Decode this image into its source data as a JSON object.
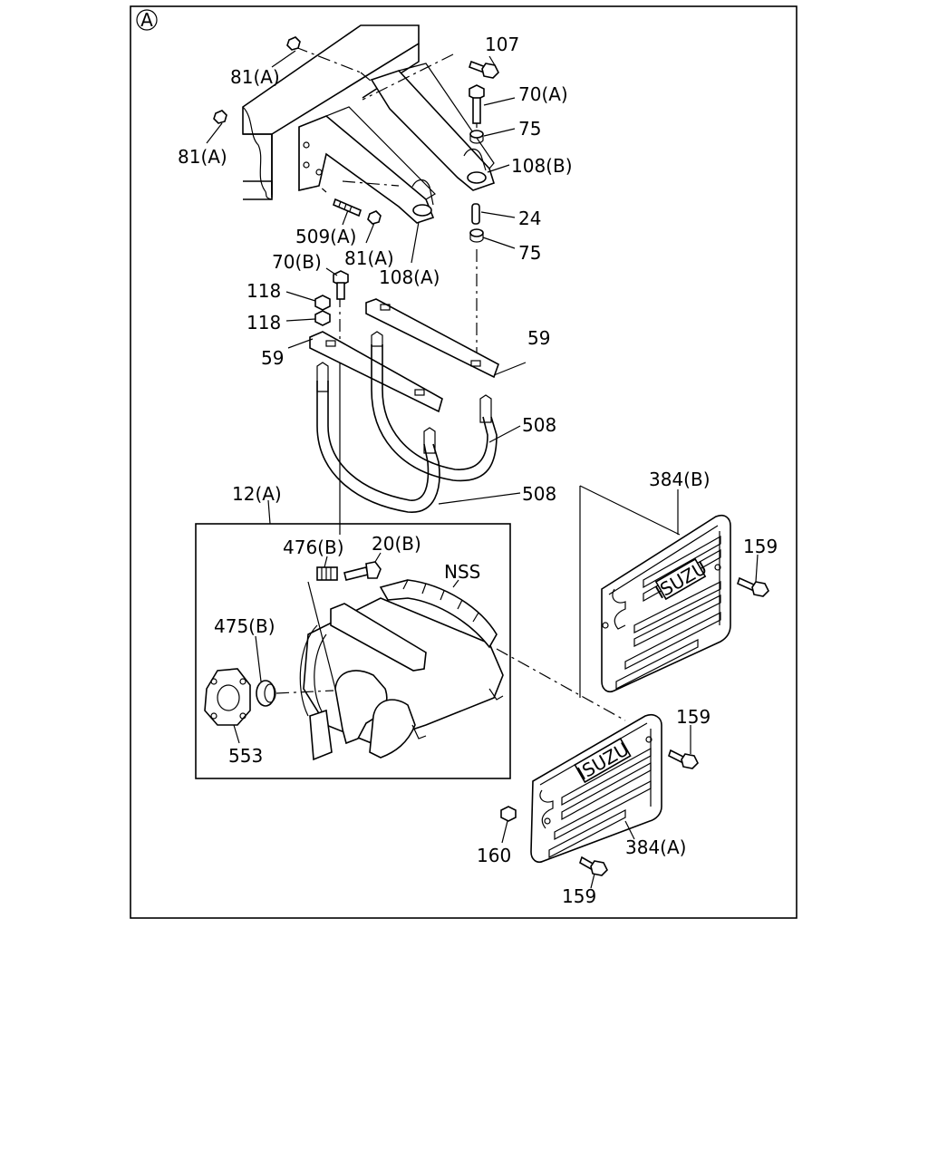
{
  "diagram": {
    "view_marker": "A",
    "detail_group_label": "12(A)",
    "brand_text": "ISUZU",
    "callouts": [
      {
        "id": "c107",
        "text": "107"
      },
      {
        "id": "c81a1",
        "text": "81(A)"
      },
      {
        "id": "c70a",
        "text": "70(A)"
      },
      {
        "id": "c75a",
        "text": "75"
      },
      {
        "id": "c81a2",
        "text": "81(A)"
      },
      {
        "id": "c108b",
        "text": "108(B)"
      },
      {
        "id": "c24",
        "text": "24"
      },
      {
        "id": "c509a",
        "text": "509(A)"
      },
      {
        "id": "c75b",
        "text": "75"
      },
      {
        "id": "c81a3",
        "text": "81(A)"
      },
      {
        "id": "c70b",
        "text": "70(B)"
      },
      {
        "id": "c108a",
        "text": "108(A)"
      },
      {
        "id": "c118a",
        "text": "118"
      },
      {
        "id": "c118b",
        "text": "118"
      },
      {
        "id": "c59a",
        "text": "59"
      },
      {
        "id": "c59b",
        "text": "59"
      },
      {
        "id": "c508a",
        "text": "508"
      },
      {
        "id": "c384b",
        "text": "384(B)"
      },
      {
        "id": "c508b",
        "text": "508"
      },
      {
        "id": "c12a",
        "text": "12(A)"
      },
      {
        "id": "c159a",
        "text": "159"
      },
      {
        "id": "c476b",
        "text": "476(B)"
      },
      {
        "id": "c20b",
        "text": "20(B)"
      },
      {
        "id": "cnss",
        "text": "NSS"
      },
      {
        "id": "c475b",
        "text": "475(B)"
      },
      {
        "id": "c553",
        "text": "553"
      },
      {
        "id": "c159b",
        "text": "159"
      },
      {
        "id": "c160",
        "text": "160"
      },
      {
        "id": "c384a",
        "text": "384(A)"
      },
      {
        "id": "c159c",
        "text": "159"
      }
    ]
  }
}
